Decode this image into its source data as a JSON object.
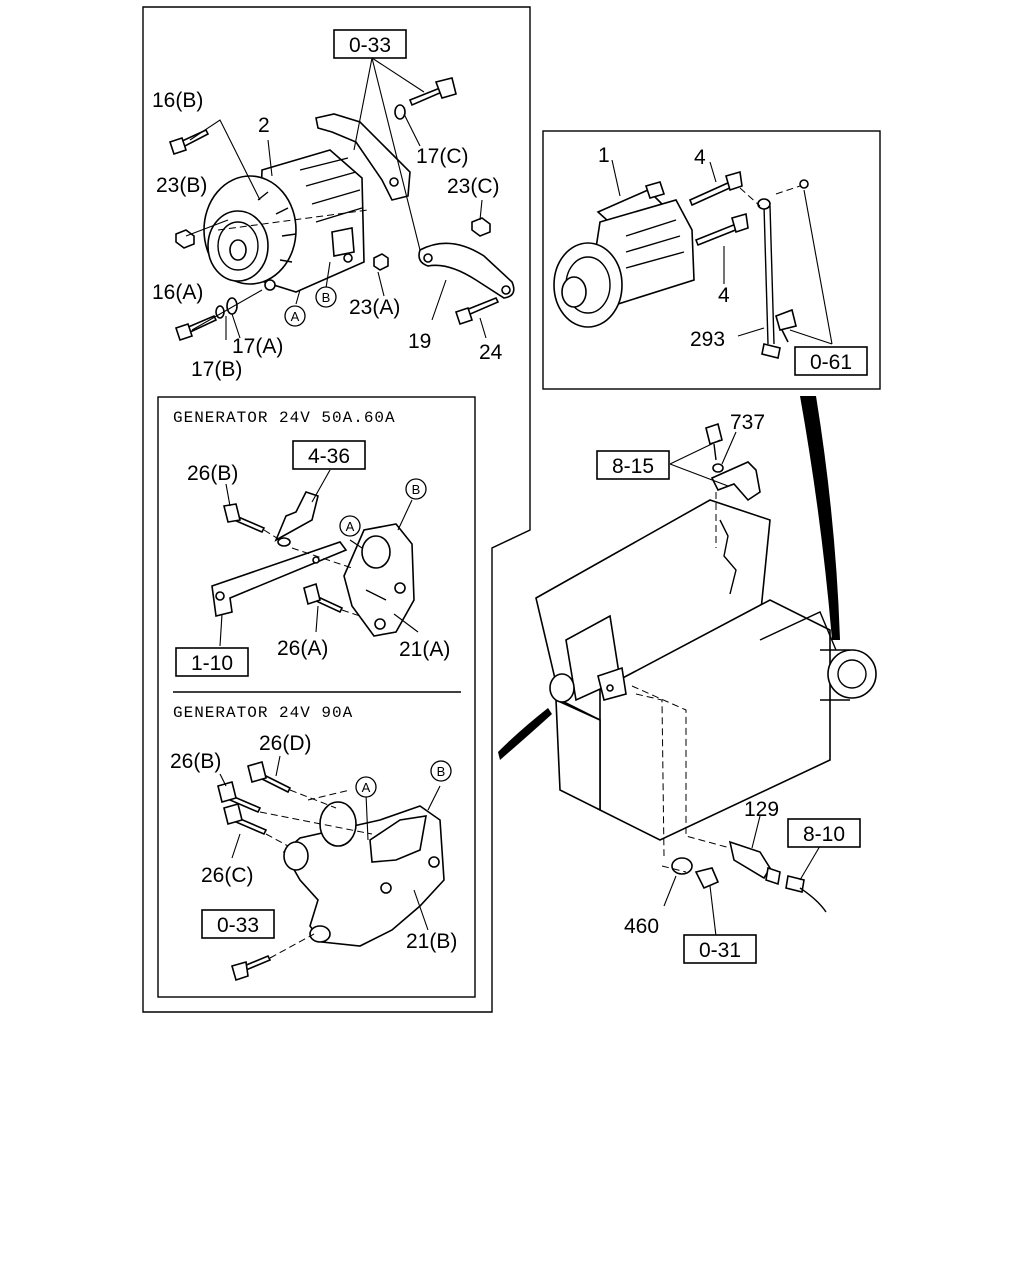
{
  "headers": {
    "gen_50_60": "GENERATOR 24V 50A.60A",
    "gen_90": "GENERATOR 24V 90A"
  },
  "labels": {
    "l16b": "16(B)",
    "l2": "2",
    "l23b": "23(B)",
    "l16a": "16(A)",
    "l17a": "17(A)",
    "l17b": "17(B)",
    "l17c": "17(C)",
    "l23c": "23(C)",
    "l23a": "23(A)",
    "l19": "19",
    "l24": "24",
    "l1": "1",
    "l4_top": "4",
    "l4_bot": "4",
    "l293": "293",
    "l737": "737",
    "l26b_1": "26(B)",
    "l26a": "26(A)",
    "l21a": "21(A)",
    "l26b_2": "26(B)",
    "l26d": "26(D)",
    "l26c": "26(C)",
    "l21b": "21(B)",
    "l129": "129",
    "l460": "460"
  },
  "refs": {
    "r033_top": "0-33",
    "r061": "0-61",
    "r815": "8-15",
    "r436": "4-36",
    "r110": "1-10",
    "r033_bot": "0-33",
    "r810": "8-10",
    "r031": "0-31"
  },
  "markers": {
    "a": "A",
    "b": "B"
  }
}
